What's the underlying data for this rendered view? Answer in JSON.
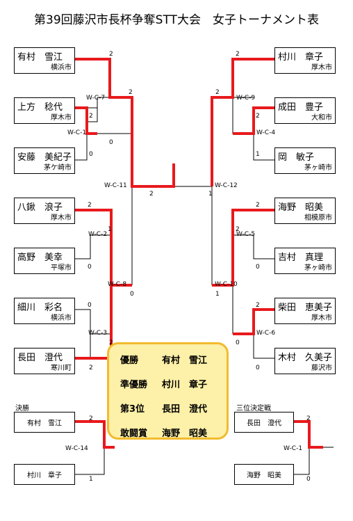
{
  "title": "第39回藤沢市長杯争奪STT大会　女子トーナメント表",
  "colors": {
    "win_line": "#e8191c",
    "award_bg": "#fdf0a8",
    "award_border": "#f2bb2e"
  },
  "players": [
    {
      "name": "有村　雪江",
      "city": "横浜市"
    },
    {
      "name": "上方　稔代",
      "city": "厚木市"
    },
    {
      "name": "安藤　美紀子",
      "city": "茅ケ崎市"
    },
    {
      "name": "八鍬　浪子",
      "city": "厚木市"
    },
    {
      "name": "高野　美幸",
      "city": "平塚市"
    },
    {
      "name": "細川　彩名",
      "city": "横浜市"
    },
    {
      "name": "長田　澄代",
      "city": "寒川町"
    },
    {
      "name": "村川　章子",
      "city": "厚木市"
    },
    {
      "name": "成田　豊子",
      "city": "大和市"
    },
    {
      "name": "岡　敏子",
      "city": "茅ヶ崎市"
    },
    {
      "name": "海野　昭美",
      "city": "相模原市"
    },
    {
      "name": "吉村　真理",
      "city": "茅ヶ崎市"
    },
    {
      "name": "柴田　恵美子",
      "city": "厚木市"
    },
    {
      "name": "木村　久美子",
      "city": "藤沢市"
    }
  ],
  "matches": [
    "W-C-7",
    "W-C-1",
    "W-C-11",
    "W-C-2",
    "W-C-8",
    "W-C-3",
    "W-C-9",
    "W-C-4",
    "W-C-12",
    "W-C-5",
    "W-C-10",
    "W-C-6"
  ],
  "scores": {
    "l1": "2",
    "l2": "2",
    "l3": "0",
    "l4": "0",
    "l5": "2",
    "l6": "1",
    "l7": "0",
    "l8": "0",
    "l9": "2",
    "l10": "2",
    "l11": "0",
    "l12": "2",
    "r1": "2",
    "r2": "2",
    "r3": "2",
    "r4": "1",
    "r5": "2",
    "r6": "2",
    "r7": "0",
    "r8": "1",
    "r9": "2",
    "r10": "0",
    "r11": "0",
    "r12": "1"
  },
  "final": {
    "label": "決勝",
    "match": "W-C-14",
    "p1": "有村　雪江",
    "p2": "村川　章子",
    "s1": "2",
    "s2": "1"
  },
  "third": {
    "label": "三位決定戦",
    "match": "W-C-1",
    "p1": "長田　澄代",
    "p2": "海野　昭美",
    "s1": "2",
    "s2": "0"
  },
  "awards": [
    {
      "rank": "優勝",
      "name": "有村　雪江"
    },
    {
      "rank": "準優勝",
      "name": "村川　章子"
    },
    {
      "rank": "第3位",
      "name": "長田　澄代"
    },
    {
      "rank": "敢闘賞",
      "name": "海野　昭美"
    }
  ]
}
